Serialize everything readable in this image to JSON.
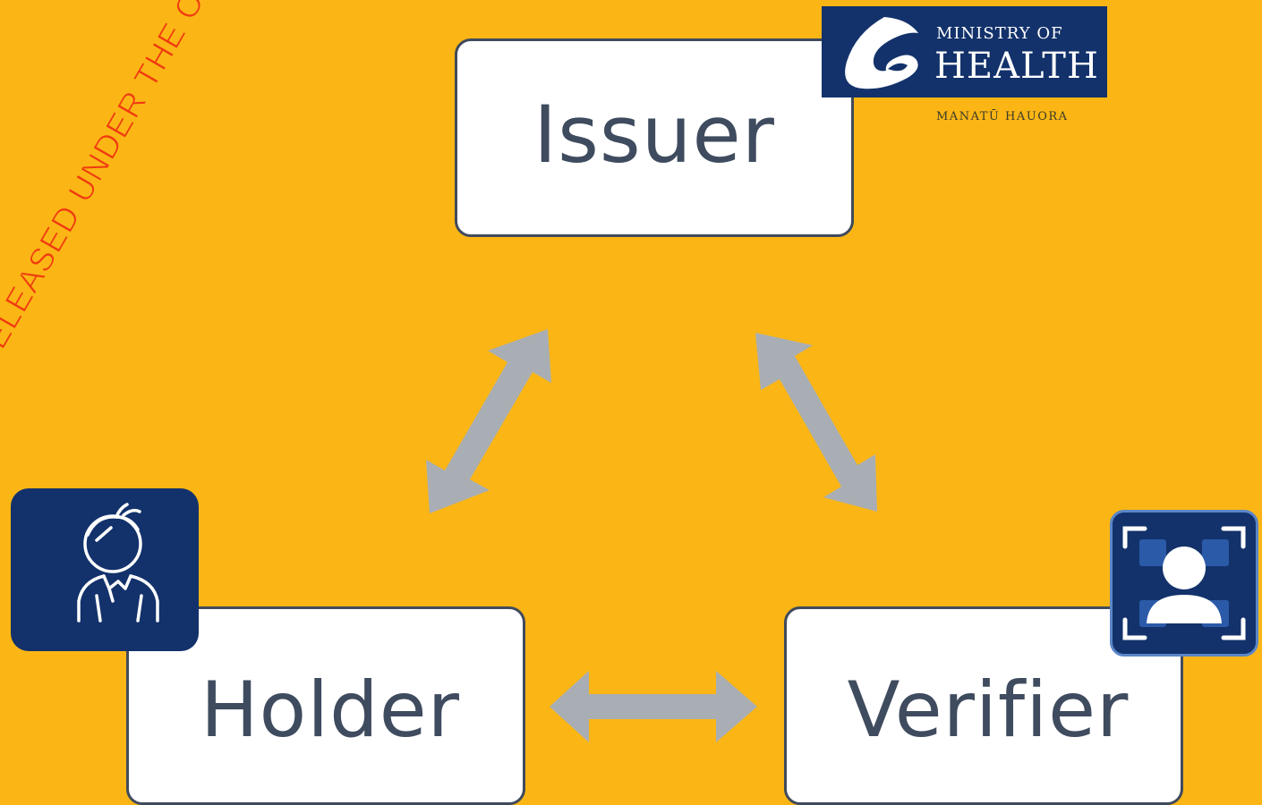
{
  "nodes": {
    "issuer": "Issuer",
    "holder": "Holder",
    "verifier": "Verifier"
  },
  "logo": {
    "line1": "MINISTRY OF",
    "line2": "HEALTH",
    "subtitle": "MANATŪ HAUORA"
  },
  "watermark": "RELEASED UNDER THE OFFICIAL INFORMATION ACT",
  "icons": {
    "holder": "person-icon",
    "verifier": "face-scan-icon"
  },
  "colors": {
    "background": "#fbb615",
    "node_border": "#404a5c",
    "text": "#3f4b5e",
    "badge": "#13326b",
    "arrow": "#a9aeb4",
    "watermark": "#f03a10"
  }
}
